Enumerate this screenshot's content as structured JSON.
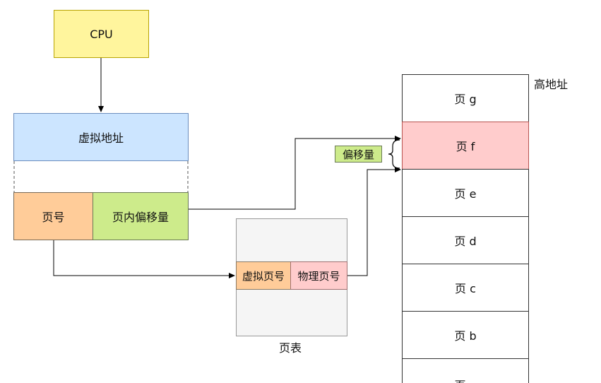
{
  "cpu": {
    "label": "CPU"
  },
  "virtual_address": {
    "title": "虚拟地址",
    "page_number": "页号",
    "page_offset": "页内偏移量"
  },
  "page_table": {
    "caption": "页表",
    "virtual_page_number": "虚拟页号",
    "physical_page_number": "物理页号"
  },
  "offset_tag": "偏移量",
  "physical_memory": {
    "high_address_label": "高地址",
    "pages": [
      "页 g",
      "页 f",
      "页 e",
      "页 d",
      "页 c",
      "页 b",
      "页 a"
    ]
  },
  "colors": {
    "cpu": "#FFF59D",
    "virtual_address": "#CCE5FF",
    "page_number": "#FFCC99",
    "page_offset": "#CDEB8B",
    "page_f": "#FFCCCC",
    "page_table_bg": "#F5F5F5"
  }
}
